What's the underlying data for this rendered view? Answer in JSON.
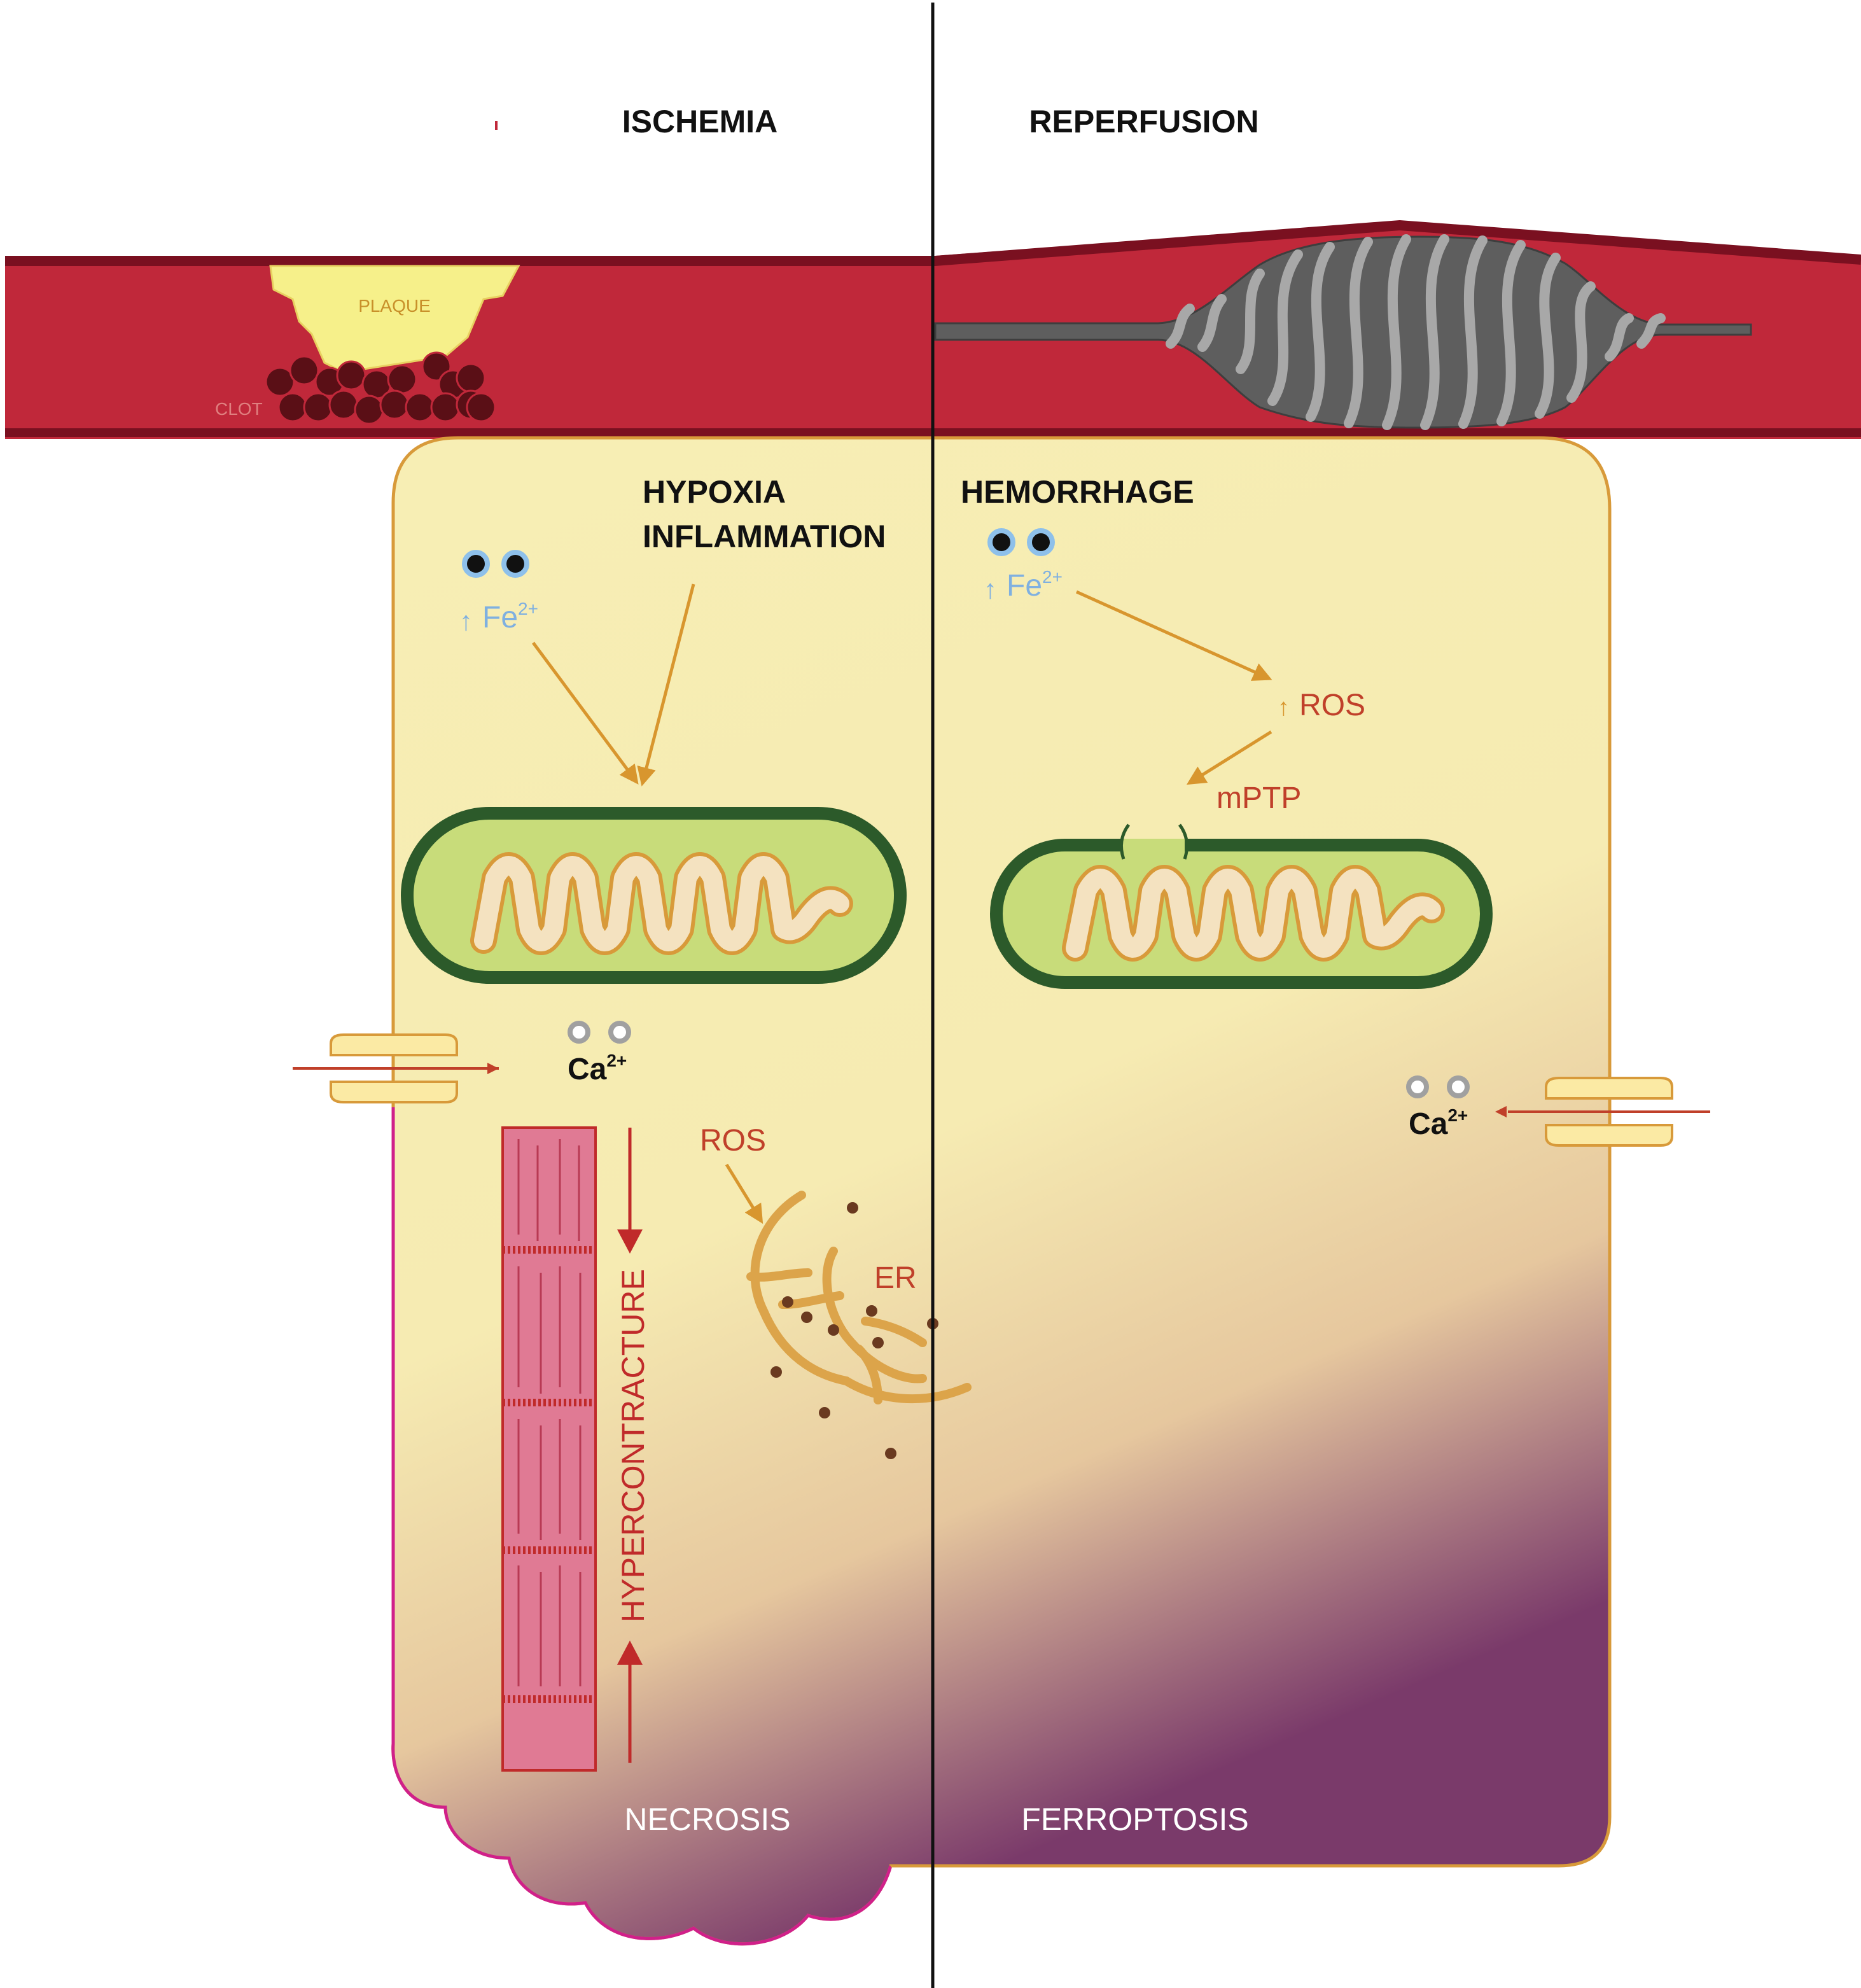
{
  "phases": {
    "left": "ISCHEMIA",
    "right": "REPERFUSION"
  },
  "vessel": {
    "plaque": "PLAQUE",
    "clot": "CLOT"
  },
  "ischemia": {
    "stimulus_line1": "HYPOXIA",
    "stimulus_line2": "INFLAMMATION",
    "iron": "Fe",
    "iron_charge": "2+",
    "calcium": "Ca",
    "calcium_charge": "2+",
    "ros": "ROS",
    "er": "ER",
    "hypercontracture": "HYPERCONTRACTURE",
    "outcome": "NECROSIS"
  },
  "reperfusion": {
    "stimulus": "HEMORRHAGE",
    "iron": "Fe",
    "iron_charge": "2+",
    "ros": "ROS",
    "mptp": "mPTP",
    "calcium": "Ca",
    "calcium_charge": "2+",
    "outcome": "FERROPTOSIS"
  },
  "colors": {
    "vessel": "#c0283a",
    "vessel_edge": "#7a1020",
    "plaque": "#f6f08a",
    "clot": "#5a0f16",
    "cell_fill": "#f6ecb0",
    "cell_edge": "#d89a3a",
    "necrosis_dark": "#7a3a6a",
    "necrosis_edge": "#d0208a",
    "mito_outer": "#2c5a2a",
    "mito_fill": "#c8dc7a",
    "mito_cristae": "#f4e2c0",
    "iron_label": "#7fb0e0",
    "red_label": "#c0402a",
    "orange_arrow": "#d8962e",
    "red_arrow": "#c02a2a",
    "sarcomere": "#e07a94",
    "er": "#dca44a",
    "stent_dark": "#5e5e5e",
    "stent_light": "#a8a8a8"
  }
}
